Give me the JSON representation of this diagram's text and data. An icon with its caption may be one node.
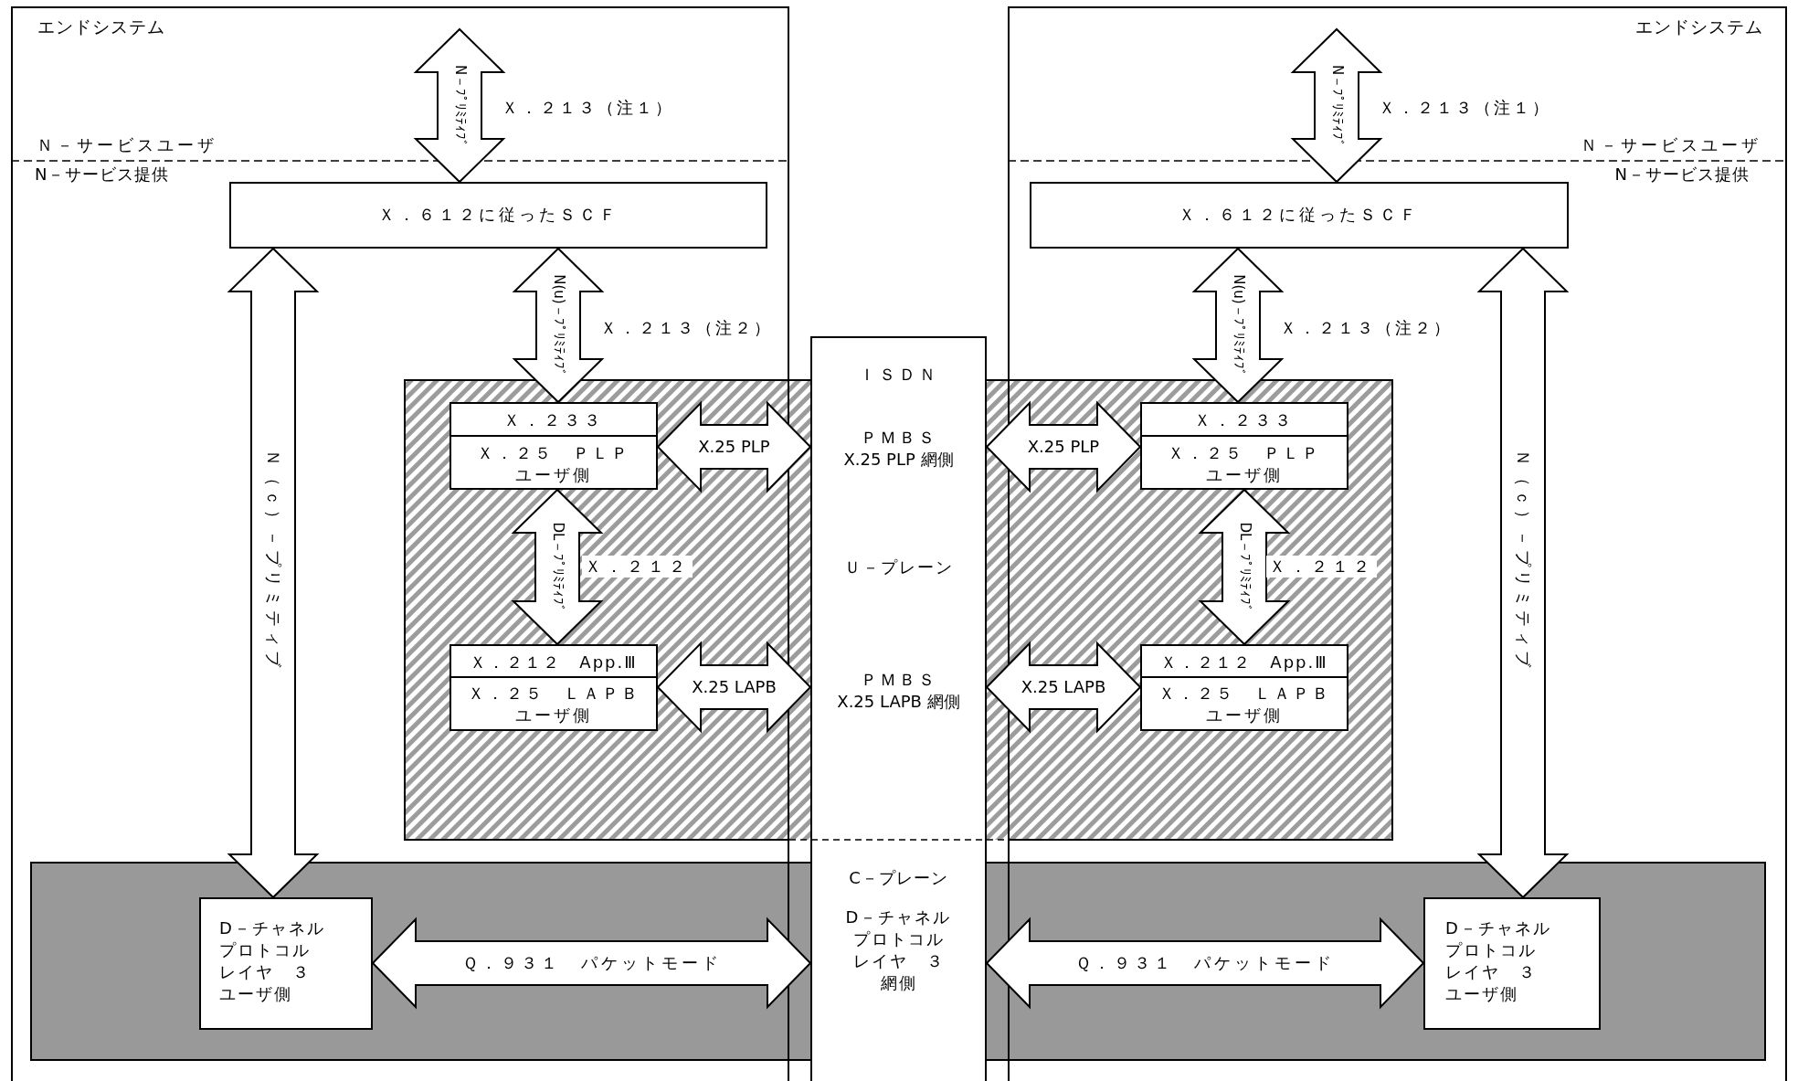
{
  "diagram": {
    "nodes": [
      {
        "text": [
          "エンドシステム"
        ]
      },
      {
        "text": [
          "エンドシステム"
        ]
      },
      {
        "text": [
          "Ｘ．６１２に従ったＳＣＦ"
        ],
        "in": 0
      },
      {
        "text": [
          "Ｘ．６１２に従ったＳＣＦ"
        ],
        "in": 1
      },
      {
        "text": [
          "ＩＳＤＮ",
          "ＰＭＢＳ",
          "X.25 PLP 網側",
          "Ｕ－プレーン",
          "ＰＭＢＳ",
          "X.25 LAPB 網側",
          "C－プレーン",
          "D－チャネルプロトコルレイヤ　３網側"
        ]
      },
      {
        "text": [
          "Ｘ．２３３",
          "Ｘ．２５　ＰＬＰユーザ側"
        ],
        "in": 0
      },
      {
        "text": [
          "Ｘ．２１２　App.Ⅲ",
          "Ｘ．２５　ＬＡＰＢユーザ側"
        ],
        "in": 0
      },
      {
        "text": [
          "Ｘ．２３３",
          "Ｘ．２５　ＰＬＰユーザ側"
        ],
        "in": 1
      },
      {
        "text": [
          "Ｘ．２１２　App.Ⅲ",
          "Ｘ．２５　ＬＡＰＢユーザ側"
        ],
        "in": 1
      },
      {
        "text": [
          "D－チャネルプロトコルレイヤ　３ユーザ側"
        ],
        "in": 0
      },
      {
        "text": [
          "D－チャネルプロトコルレイヤ　３ユーザ側"
        ],
        "in": 1
      }
    ],
    "edges": [
      {
        "from": null,
        "to": 2,
        "arrow": "both",
        "label": "N－ﾌﾟﾘﾐﾃｨﾌﾞ"
      },
      {
        "from": 2,
        "to": 5,
        "arrow": "both",
        "label": "N(u)－ﾌﾟﾘﾐﾃｨﾌﾞ"
      },
      {
        "from": 2,
        "to": 9,
        "arrow": "both",
        "label": "Ｎ（ｃ）－プリミティブ"
      },
      {
        "from": 5,
        "to": 4,
        "arrow": "both",
        "label": "X.25 PLP"
      },
      {
        "from": 5,
        "to": 6,
        "arrow": "both",
        "label": "DL－ﾌﾟﾘﾐﾃｨﾌﾞ"
      },
      {
        "from": 6,
        "to": 4,
        "arrow": "both",
        "label": "X.25 LAPB"
      },
      {
        "from": 9,
        "to": 4,
        "arrow": "both",
        "label": "Ｑ．９３１　パケットモード"
      },
      {
        "from": null,
        "to": 3,
        "arrow": "both",
        "label": "N－ﾌﾟﾘﾐﾃｨﾌﾞ"
      },
      {
        "from": 3,
        "to": 7,
        "arrow": "both",
        "label": "N(u)－ﾌﾟﾘﾐﾃｨﾌﾞ"
      },
      {
        "from": 3,
        "to": 10,
        "arrow": "both",
        "label": "Ｎ（ｃ）－プリミティブ"
      },
      {
        "from": 4,
        "to": 7,
        "arrow": "both",
        "label": "X.25 PLP"
      },
      {
        "from": 7,
        "to": 8,
        "arrow": "both",
        "label": "DL－ﾌﾟﾘﾐﾃｨﾌﾞ"
      },
      {
        "from": 4,
        "to": 8,
        "arrow": "both",
        "label": "X.25 LAPB"
      },
      {
        "from": 4,
        "to": 10,
        "arrow": "both",
        "label": "Ｑ．９３１　パケットモード"
      }
    ],
    "labels": [
      "Ｘ．２１３（注１）",
      "Ｘ．２１３（注１）",
      "Ｎ－サービスユーザ",
      "Ｎ－サービスユーザ",
      "N－サービス提供",
      "N－サービス提供",
      "Ｘ．２１３（注２）",
      "Ｘ．２１３（注２）",
      "Ｘ．２１２",
      "Ｘ．２１２"
    ]
  }
}
